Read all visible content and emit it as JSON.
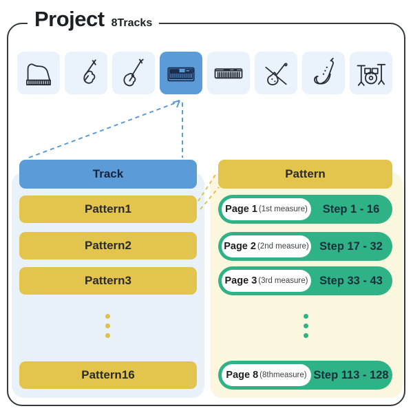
{
  "header": {
    "title": "Project",
    "subtitle": "8Tracks"
  },
  "instrument_bar": {
    "items": [
      {
        "name": "grand-piano",
        "selected": false
      },
      {
        "name": "electric-guitar",
        "selected": false
      },
      {
        "name": "bass-guitar",
        "selected": false
      },
      {
        "name": "synthesizer",
        "selected": true
      },
      {
        "name": "electric-keyboard",
        "selected": false
      },
      {
        "name": "violin",
        "selected": false
      },
      {
        "name": "saxophone",
        "selected": false
      },
      {
        "name": "drum-kit",
        "selected": false
      }
    ]
  },
  "track_column": {
    "header": "Track",
    "patterns": [
      "Pattern1",
      "Pattern2",
      "Pattern3",
      "Pattern16"
    ]
  },
  "pattern_column": {
    "header": "Pattern",
    "pages": [
      {
        "page": "Page 1",
        "measure": "(1st measure)",
        "step": "Step 1 - 16"
      },
      {
        "page": "Page 2",
        "measure": "(2nd measure)",
        "step": "Step 17 - 32"
      },
      {
        "page": "Page 3",
        "measure": "(3rd measure)",
        "step": "Step 33 - 43"
      },
      {
        "page": "Page 8",
        "measure": "(8thmeasure)",
        "step": "Step 113 - 128"
      }
    ]
  },
  "colors": {
    "accent_blue": "#5B9BD8",
    "tile_bg": "#EAF2FB",
    "yellow": "#E3C44C",
    "green": "#2FB286",
    "panel_blue": "#E9F1F9",
    "panel_yellow": "#FBF7DE",
    "ink": "#34373C"
  }
}
